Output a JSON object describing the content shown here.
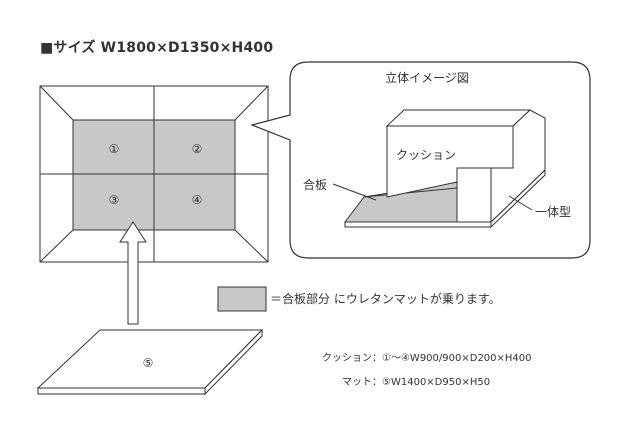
{
  "size_title": "■サイズ W1800×D1350×H400",
  "view3d": {
    "title": "立体イメージ図",
    "cushion_label": "クッション",
    "board_label": "合板",
    "integrated_label": "一体型"
  },
  "quadrants": [
    "①",
    "②",
    "③",
    "④"
  ],
  "mat_number": "⑤",
  "legend_text": "＝合板部分 にウレタンマットが乗ります。",
  "spec_cushion": "クッション：①～④W900/900×D200×H400",
  "spec_mat": "マット：⑤W1400×D950×H50",
  "colors": {
    "board": "#c8c8c8",
    "line": "#333333"
  }
}
